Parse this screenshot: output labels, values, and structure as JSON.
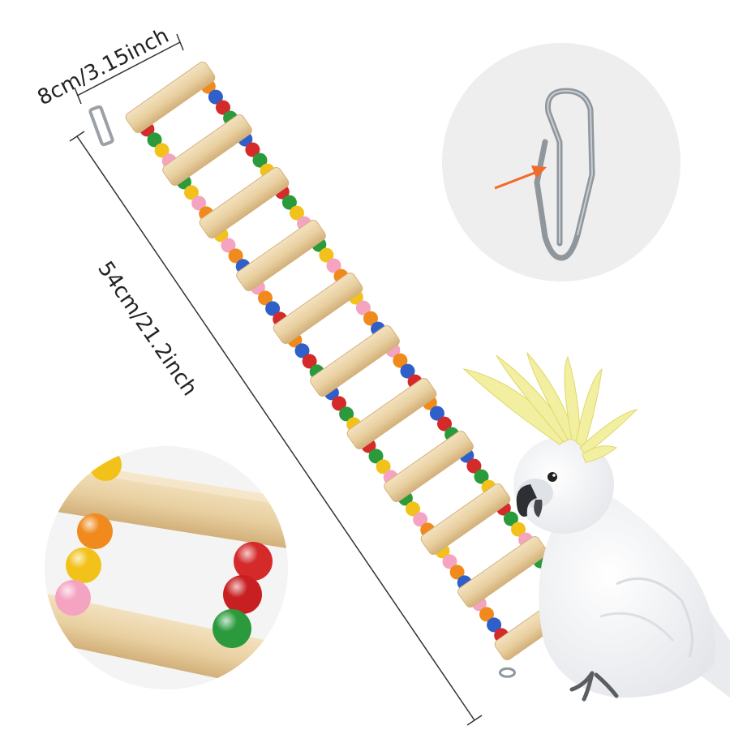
{
  "dimensions": {
    "width_label": "8cm/3.15inch",
    "length_label": "54cm/21.2inch"
  },
  "product": {
    "rung_count": 11,
    "bead_colors": [
      "#d42a2a",
      "#2a9a3c",
      "#f2c21a",
      "#f4a3c0",
      "#f08a1c",
      "#2f5fc8"
    ]
  },
  "insets": {
    "clip_detail": {
      "arrow_color": "#f06a2a",
      "background": "#eeeeee"
    },
    "bead_detail": {
      "background": "#f4f4f4"
    }
  },
  "colors": {
    "wood": "#ead2a8",
    "wood_dark": "#d4b27c",
    "dimension_line": "#333333"
  }
}
